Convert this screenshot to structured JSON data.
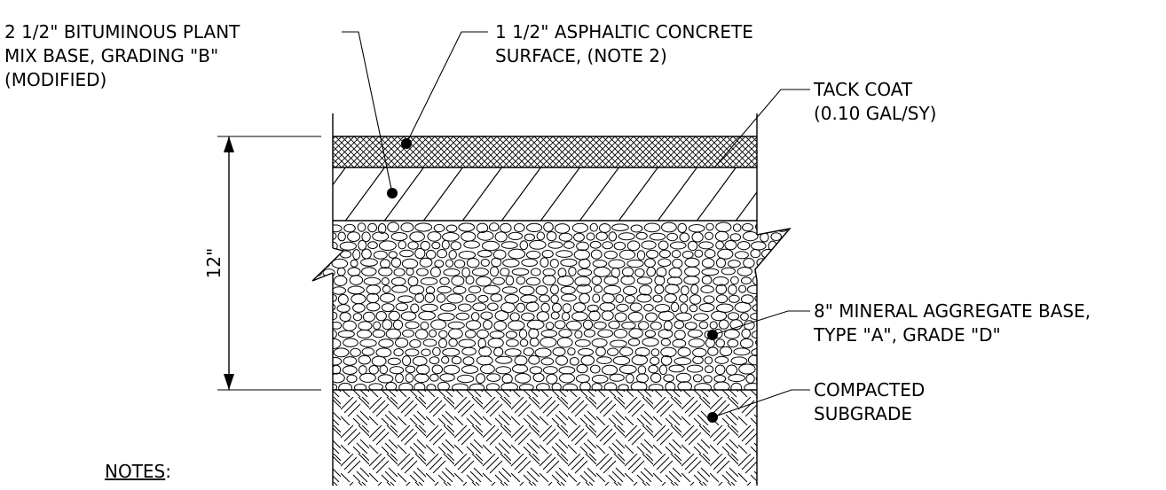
{
  "labels": {
    "base_course": [
      "2 1/2\" BITUMINOUS PLANT",
      "MIX BASE, GRADING \"B\"",
      "(MODIFIED)"
    ],
    "surface_course": [
      "1 1/2\" ASPHALTIC CONCRETE",
      "SURFACE, (NOTE 2)"
    ],
    "tack_coat": [
      "TACK COAT",
      "(0.10 GAL/SY)"
    ],
    "aggregate_base": [
      "8\" MINERAL AGGREGATE BASE,",
      "TYPE \"A\", GRADE \"D\""
    ],
    "subgrade": [
      "COMPACTED",
      "SUBGRADE"
    ]
  },
  "dimension": {
    "total_depth": "12\""
  },
  "notes": {
    "heading": "NOTES",
    "heading_suffix": ":"
  }
}
